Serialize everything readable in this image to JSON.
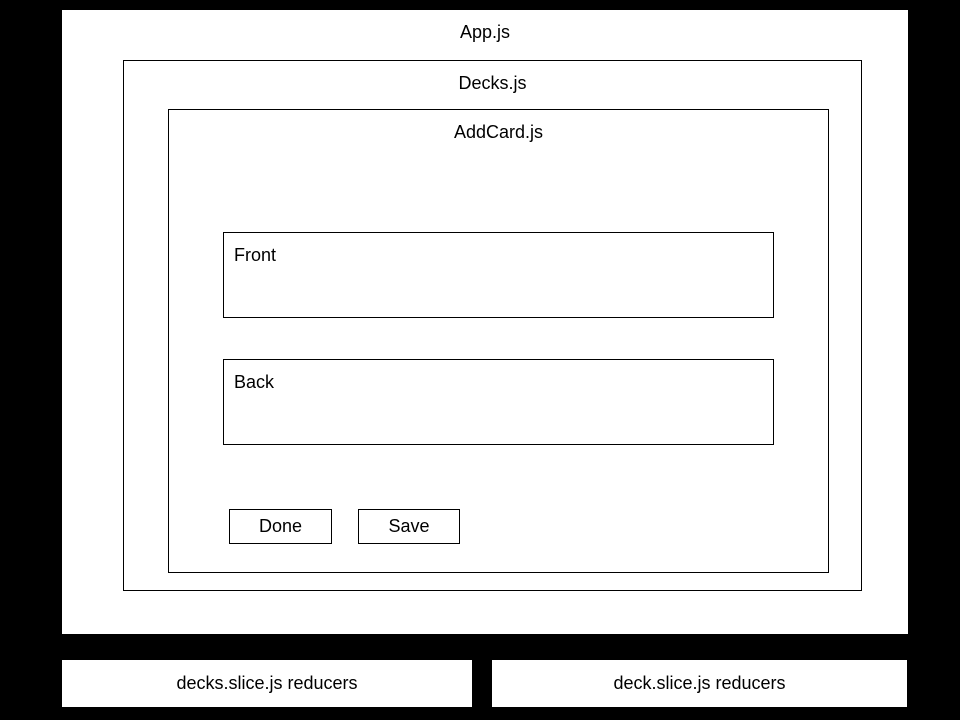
{
  "colors": {
    "background": "#000000",
    "box_fill": "#ffffff",
    "border": "#000000",
    "text": "#000000"
  },
  "app_box": {
    "title": "App.js"
  },
  "decks_box": {
    "title": "Decks.js"
  },
  "addcard_box": {
    "title": "AddCard.js",
    "front_label": "Front",
    "back_label": "Back",
    "done_label": "Done",
    "save_label": "Save"
  },
  "reducer_boxes": [
    {
      "label": "decks.slice.js reducers"
    },
    {
      "label": "deck.slice.js reducers"
    }
  ]
}
